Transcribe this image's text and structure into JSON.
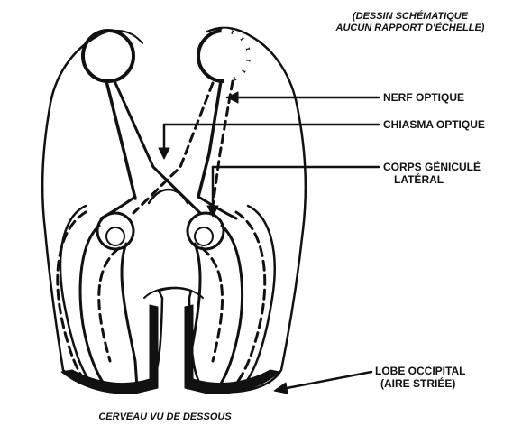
{
  "note": {
    "line1": "(DESSIN SCHÉMATIQUE",
    "line2": "AUCUN RAPPORT D'ÉCHELLE)"
  },
  "labels": {
    "nerf_optique": "NERF OPTIQUE",
    "chiasma_optique": "CHIASMA OPTIQUE",
    "corps_genicule_line1": "CORPS GÉNICULÉ",
    "corps_genicule_line2": "LATÉRAL",
    "lobe_occipital_line1": "LOBE OCCIPITAL",
    "lobe_occipital_line2": "(AIRE STRIÉE)"
  },
  "caption": "CERVEAU VU DE DESSOUS",
  "colors": {
    "ink": "#111111",
    "paper": "#ffffff"
  }
}
